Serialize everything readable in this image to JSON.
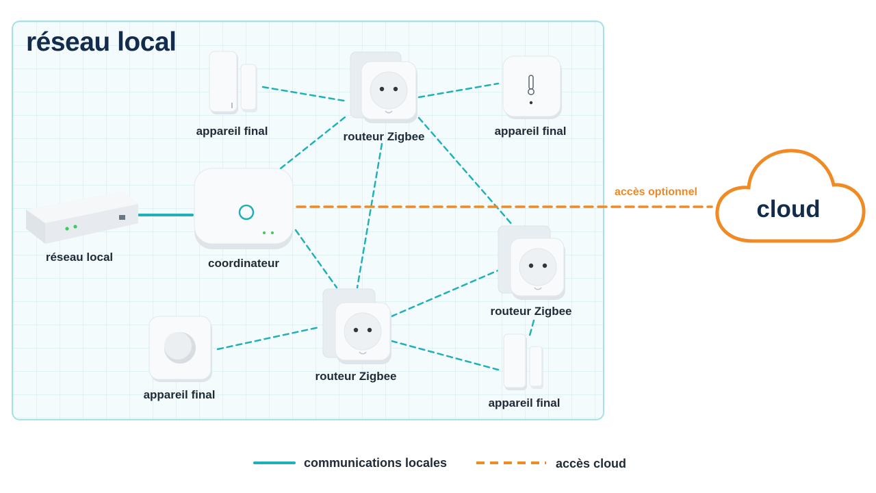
{
  "zone_title": "réseau local",
  "cloud": {
    "label": "cloud",
    "link_label": "accès optionnel"
  },
  "nodes": {
    "box": "réseau local",
    "coordinator": "coordinateur",
    "router_top": "routeur Zigbee",
    "router_right": "routeur Zigbee",
    "router_bottom": "routeur Zigbee",
    "end_contact_top": "appareil final",
    "end_thermo": "appareil final",
    "end_motion": "appareil final",
    "end_contact_bottom": "appareil final"
  },
  "legend": {
    "local_label": "communications locales",
    "cloud_label": "accès cloud"
  },
  "colors": {
    "local_link": "#1fb0b8",
    "cloud_link": "#f08a24",
    "zone_border": "#a9e0e6",
    "title_navy": "#142c4c"
  }
}
